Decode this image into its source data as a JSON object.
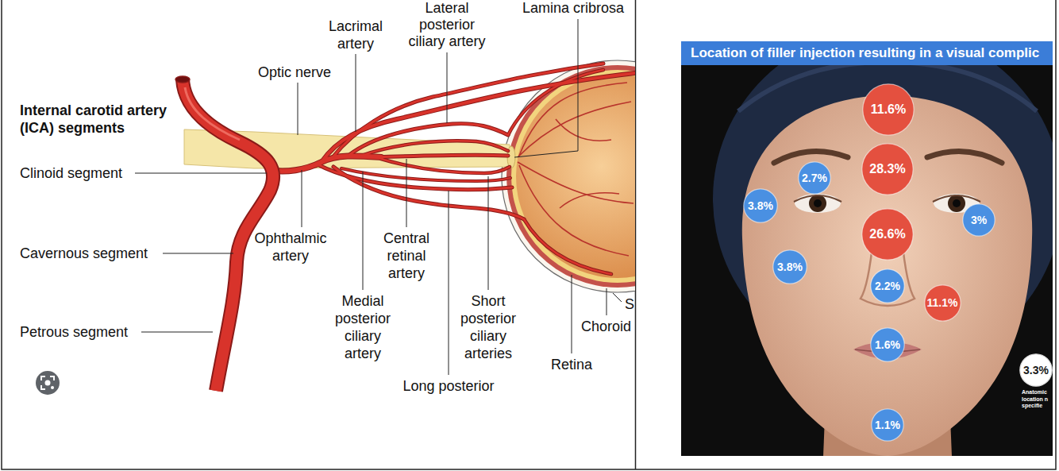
{
  "diagram": {
    "nodes": [
      {
        "text": [
          "Location of filler injection resulting in a visual complic"
        ]
      },
      {
        "text": [
          "11.6%"
        ]
      },
      {
        "text": [
          "28.3%"
        ]
      },
      {
        "text": [
          "2.7%"
        ]
      },
      {
        "text": [
          "3.8%"
        ]
      },
      {
        "text": [
          "3%"
        ]
      },
      {
        "text": [
          "26.6%"
        ]
      },
      {
        "text": [
          "3.8%"
        ]
      },
      {
        "text": [
          "2.2%"
        ]
      },
      {
        "text": [
          "11.1%"
        ]
      },
      {
        "text": [
          "1.6%"
        ]
      },
      {
        "text": [
          "3.3%"
        ]
      },
      {
        "text": [
          "1.1%"
        ]
      }
    ],
    "labels": [
      "Lacrimal artery",
      "Lateral posterior ciliary artery",
      "Lamina cribrosa",
      "Optic nerve",
      "Internal carotid artery (ICA) segments",
      "Clinoid segment",
      "Ophthalmic artery",
      "Central retinal artery",
      "Cavernous segment",
      "Medial posterior ciliary artery",
      "Short posterior ciliary arteries",
      "S",
      "Choroid",
      "Petrous segment",
      "Retina",
      "Long posterior",
      "Anatomic location n specifie"
    ]
  }
}
